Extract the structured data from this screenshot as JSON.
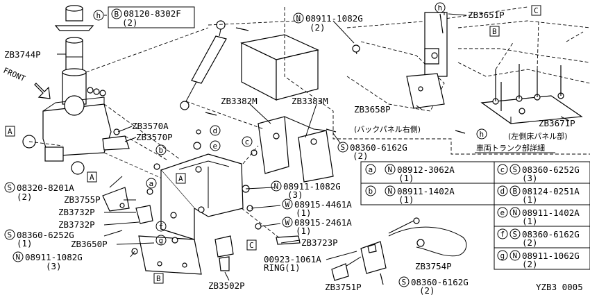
{
  "parts": {
    "zb3744p": "ZB3744P",
    "front": "FRONT",
    "zb3570a": "ZB3570A",
    "zb3570p": "ZB3570P",
    "bolt_h": "08120-8302F",
    "bolt_h_qty": "(2)",
    "zb3382m": "ZB3382M",
    "zb3383m": "ZB3383M",
    "s_08320": "08320-8201A",
    "s_08320_qty": "(2)",
    "zb3755p": "ZB3755P",
    "zb3732p_a": "ZB3732P",
    "zb3732p_b": "ZB3732P",
    "s_08360_a": "08360-6252G",
    "s_08360_a_qty": "(1)",
    "zb3650p": "ZB3650P",
    "n_08911_a": "08911-1082G",
    "n_08911_a_qty": "(3)",
    "n_08911_b": "08911-1082G",
    "n_08911_b_qty": "(3)",
    "w_08915_a": "08915-4461A",
    "w_08915_a_qty": "(1)",
    "w_08915_b": "08915-2461A",
    "w_08915_b_qty": "(1)",
    "zb3723p": "ZB3723P",
    "ring_pn": "00923-1061A",
    "ring_lbl": "RING(1)",
    "zb3502p": "ZB3502P",
    "zb3751p": "ZB3751P",
    "s_08360_b": "08360-6162G",
    "s_08360_b_qty": "(2)",
    "zb3754p": "ZB3754P",
    "s_08360_c": "08360-6162G",
    "s_08360_c_qty": "(2)",
    "n_08911_top": "08911-1082G",
    "n_08911_top_qty": "(2)",
    "zb3651p": "ZB3651P",
    "zb3658p": "ZB3658P",
    "zb3671p": "ZB3671P",
    "back_panel": "(バックパネル右側)",
    "left_floor": "(左側床パネル部)",
    "trunk_detail": "車両トランク部詳細",
    "code": "YZB3 0005"
  },
  "markers": {
    "a": "a",
    "b": "b",
    "c": "c",
    "d": "d",
    "e": "e",
    "f": "f",
    "g": "g",
    "h": "h",
    "A": "A",
    "B": "B",
    "C": "C",
    "N": "N",
    "S": "S",
    "W": "W",
    "Bc": "B"
  },
  "legend": [
    {
      "key": "a",
      "type": "N",
      "pn": "08912-3062A",
      "qty": "(1)"
    },
    {
      "key": "b",
      "type": "N",
      "pn": "08911-1402A",
      "qty": "(1)"
    },
    {
      "key": "c",
      "type": "S",
      "pn": "08360-6252G",
      "qty": "(3)"
    },
    {
      "key": "d",
      "type": "B",
      "pn": "08124-0251A",
      "qty": "(1)"
    },
    {
      "key": "e",
      "type": "N",
      "pn": "08911-1402A",
      "qty": "(1)"
    },
    {
      "key": "f",
      "type": "S",
      "pn": "08360-6162G",
      "qty": "(2)"
    },
    {
      "key": "g",
      "type": "N",
      "pn": "08911-1062G",
      "qty": "(2)"
    }
  ]
}
